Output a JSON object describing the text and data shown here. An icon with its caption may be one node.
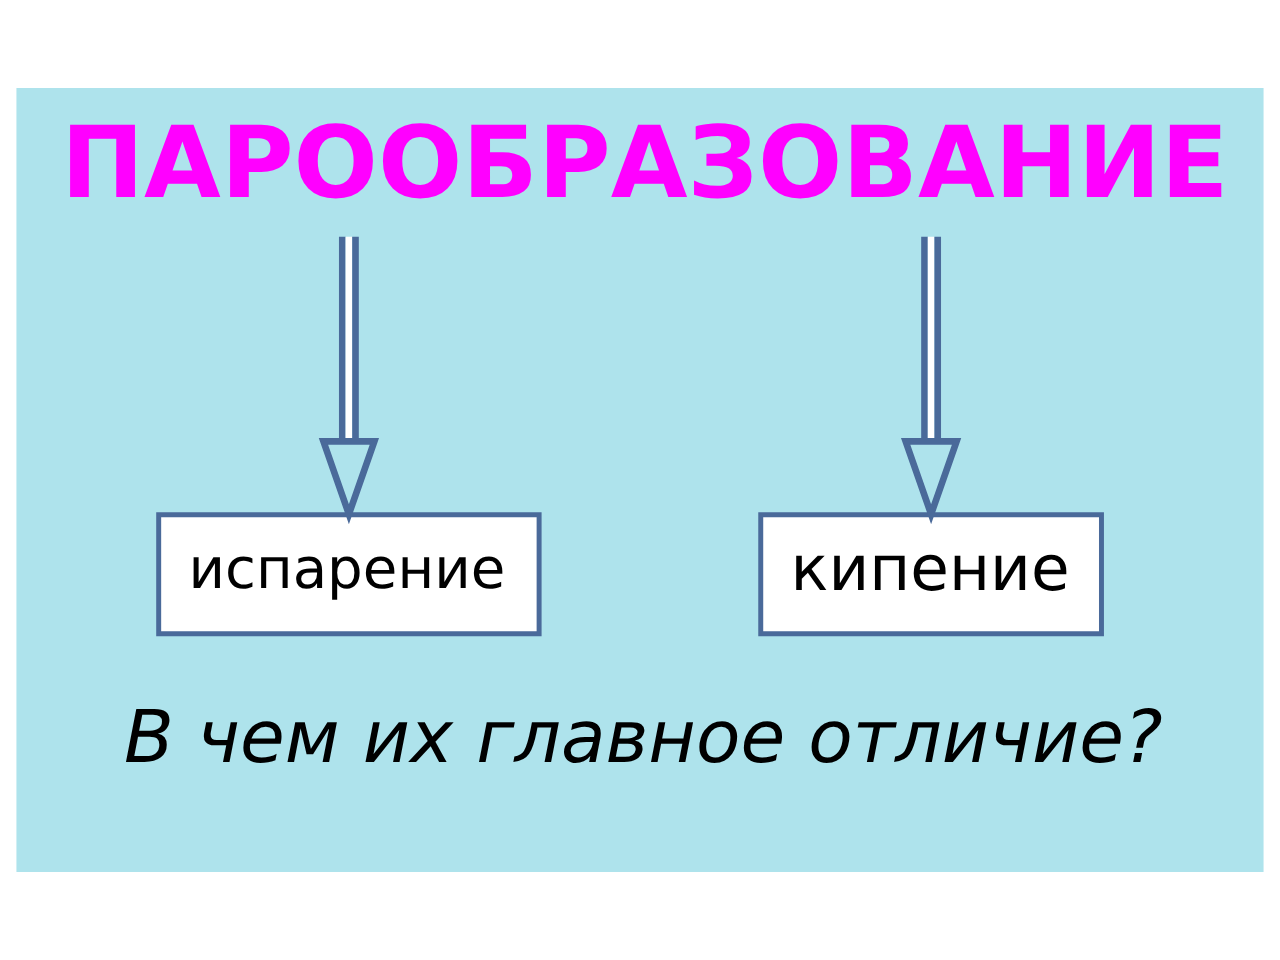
{
  "diagram": {
    "caption": "В чем их главное отличие?",
    "nodes": [
      {
        "text": [
          "ПАРООБРАЗОВАНИЕ"
        ]
      },
      {
        "text": [
          "испарение"
        ]
      },
      {
        "text": [
          "кипение"
        ]
      }
    ],
    "edges": [
      {
        "from": 0,
        "to": 1,
        "arrow": "to"
      },
      {
        "from": 0,
        "to": 2,
        "arrow": "to"
      }
    ]
  }
}
